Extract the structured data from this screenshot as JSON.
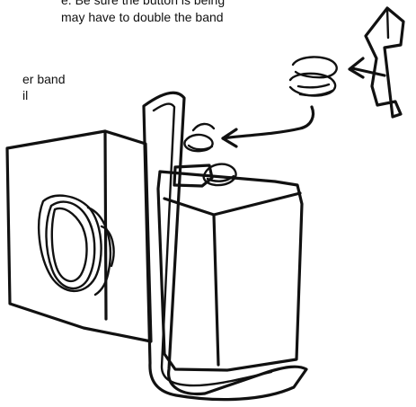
{
  "instructions": {
    "line1": "e. Be sure the button is being",
    "line2": "may have to double the band",
    "line3": "er band",
    "line4": "il"
  }
}
